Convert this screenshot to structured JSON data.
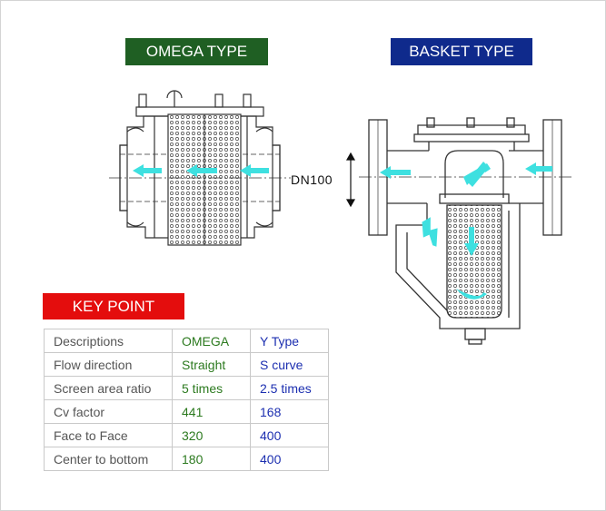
{
  "labels": {
    "omega_type": "OMEGA TYPE",
    "basket_type": "BASKET TYPE",
    "key_point": "KEY POINT",
    "dimension": "DN100"
  },
  "colors": {
    "omega_green": "#1f5f23",
    "basket_blue": "#0f2a8c",
    "key_red": "#e40d0d",
    "flow_arrow": "#3ee0e0"
  },
  "table": {
    "rows": [
      {
        "label": "Descriptions",
        "omega": "OMEGA",
        "y": "Y Type"
      },
      {
        "label": "Flow direction",
        "omega": "Straight",
        "y": "S curve"
      },
      {
        "label": "Screen area ratio",
        "omega": "5 times",
        "y": "2.5 times"
      },
      {
        "label": "Cv factor",
        "omega": "441",
        "y": "168"
      },
      {
        "label": "Face to Face",
        "omega": "320",
        "y": "400"
      },
      {
        "label": "Center to bottom",
        "omega": "180",
        "y": "400"
      }
    ]
  }
}
